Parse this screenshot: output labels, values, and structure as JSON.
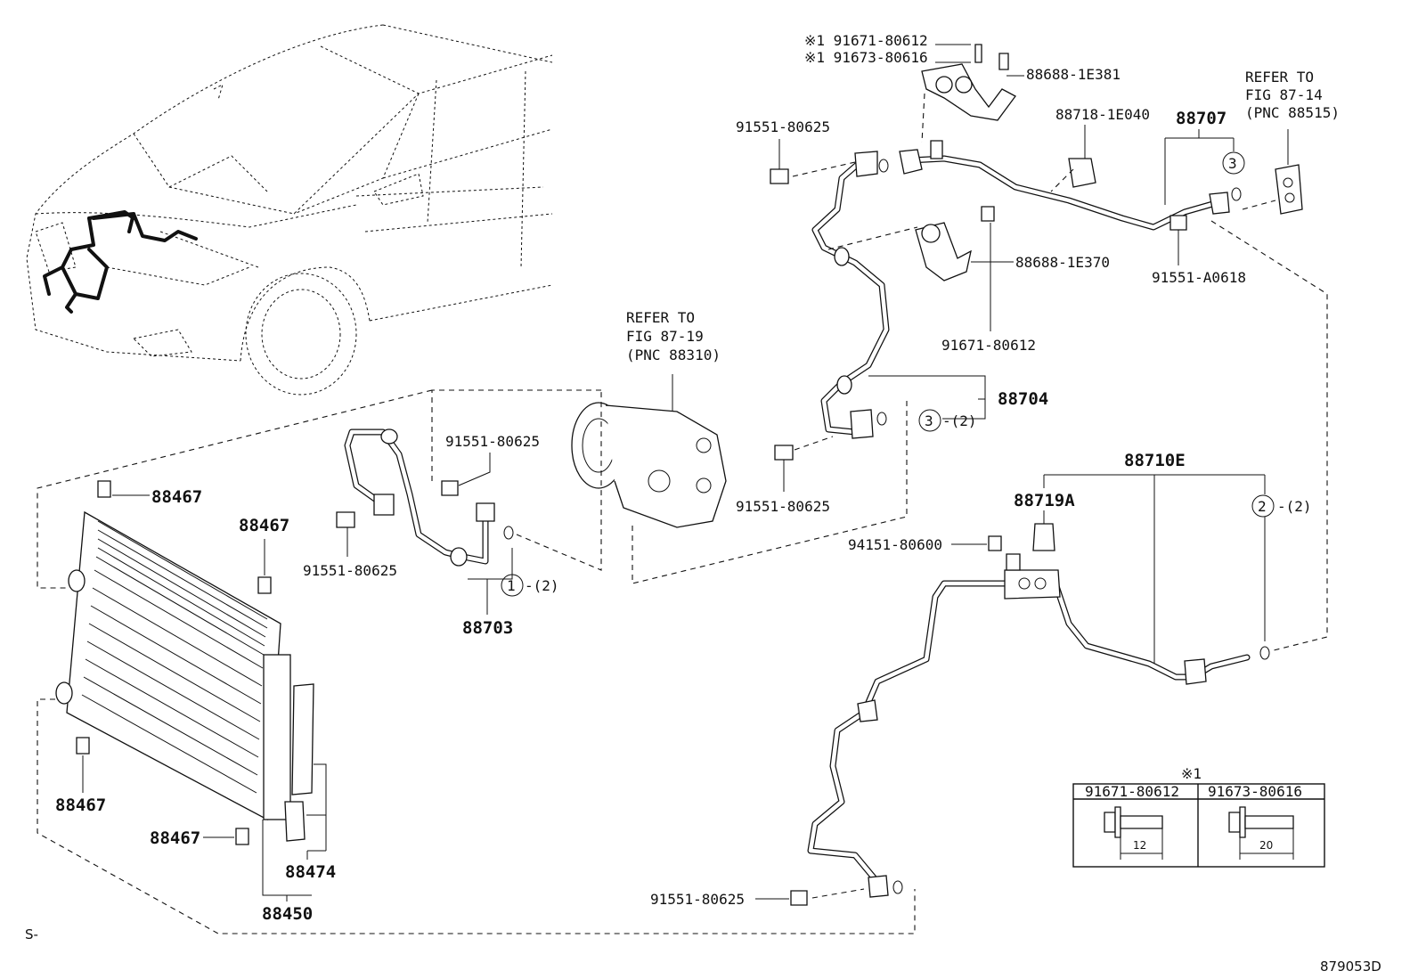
{
  "labels": {
    "bolt_a": "※1 91671-80612",
    "bolt_b": "※1 91673-80616",
    "bracket_1e381": "88688-1E381",
    "bracket_1e040": "88718-1E040",
    "tube_88707": "88707",
    "refer_fig_87_14_line1": "REFER TO",
    "refer_fig_87_14_line2": "FIG 87-14",
    "refer_fig_87_14_line3": "(PNC 88515)",
    "bolt_91551_80625_top": "91551-80625",
    "bracket_1e370": "88688-1E370",
    "bolt_91551_a0618": "91551-A0618",
    "bolt_91671_80612": "91671-80612",
    "refer_fig_87_19_line1": "REFER TO",
    "refer_fig_87_19_line2": "FIG 87-19",
    "refer_fig_87_19_line3": "(PNC 88310)",
    "hose_88704": "88704",
    "qty_3_hose": "-(2)",
    "bolt_91551_80625_comp": "91551-80625",
    "tube_88710e": "88710E",
    "switch_88719a": "88719A",
    "qty_2": "-(2)",
    "nut_94151_80600": "94151-80600",
    "bolt_91551_80625_mid": "91551-80625",
    "bolt_91551_80625_left": "91551-80625",
    "hose_88703": "88703",
    "qty_1": "-(2)",
    "cushion_88467_a": "88467",
    "cushion_88467_b": "88467",
    "cushion_88467_c": "88467",
    "cushion_88467_d": "88467",
    "desiccant_88474": "88474",
    "condenser_88450": "88450",
    "bolt_91551_80625_bottom": "91551-80625",
    "ref_mark_1": "1",
    "ref_mark_2": "2",
    "ref_mark_3a": "3",
    "ref_mark_3b": "3",
    "corner_left": "S-",
    "corner_right": "879053D"
  },
  "inset": {
    "title": "※1",
    "col1_part": "91671-80612",
    "col1_dim": "12",
    "col2_part": "91673-80616",
    "col2_dim": "20"
  }
}
